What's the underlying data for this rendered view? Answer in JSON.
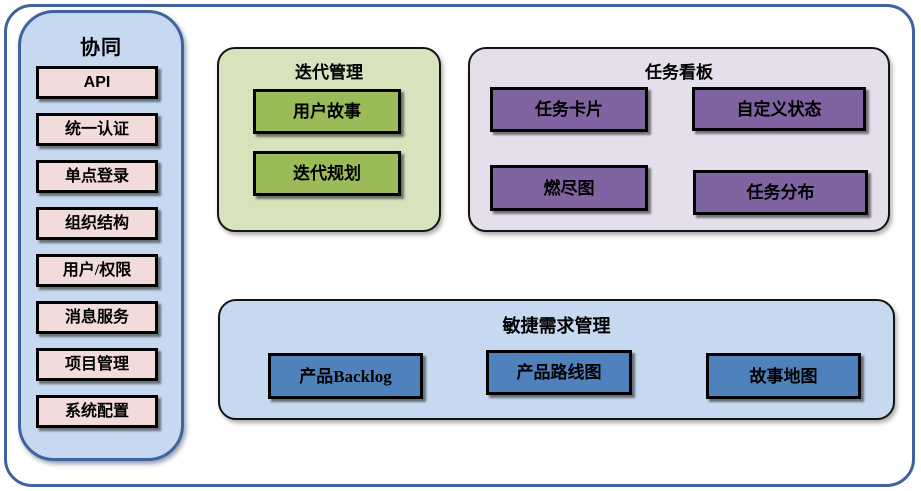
{
  "colors": {
    "frame_border": "#41639C",
    "sidebar_bg": "#C6D9F0",
    "sidebar_item_bg": "#F2DCDB",
    "iteration_panel_bg": "#D6E3BC",
    "iteration_item_bg": "#9BBB59",
    "kanban_panel_bg": "#E5DFEC",
    "kanban_item_bg": "#8064A2",
    "requirements_panel_bg": "#C6D9F0",
    "requirements_item_bg": "#4F81BD",
    "item_border": "#000000",
    "text": "#000000"
  },
  "sidebar": {
    "title": "协同",
    "items": [
      "API",
      "统一认证",
      "单点登录",
      "组织结构",
      "用户/权限",
      "消息服务",
      "项目管理",
      "系统配置"
    ]
  },
  "iteration_panel": {
    "title": "迭代管理",
    "items": [
      "用户故事",
      "迭代规划"
    ]
  },
  "kanban_panel": {
    "title": "任务看板",
    "items": [
      "任务卡片",
      "自定义状态",
      "燃尽图",
      "任务分布"
    ]
  },
  "requirements_panel": {
    "title": "敏捷需求管理",
    "items": [
      "产品Backlog",
      "产品路线图",
      "故事地图"
    ]
  }
}
